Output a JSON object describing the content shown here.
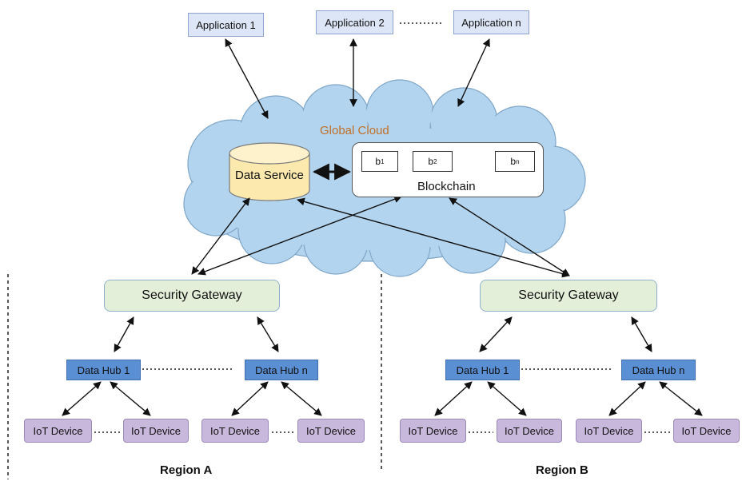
{
  "applications": [
    "Application 1",
    "Application 2",
    "Application n"
  ],
  "cloud": {
    "label": "Global Cloud",
    "label_color": "#c0702a",
    "fill": "#b3d4ee"
  },
  "data_service": "Data Service",
  "blockchain": {
    "label": "Blockchain",
    "blocks": [
      {
        "base": "b",
        "sub": "1"
      },
      {
        "base": "b",
        "sub": "2"
      },
      {
        "base": "b",
        "sub": "n"
      }
    ]
  },
  "regions": [
    {
      "name": "Region A",
      "gateway": "Security Gateway",
      "hubs": [
        "Data Hub 1",
        "Data Hub n"
      ],
      "devices": [
        "IoT Device",
        "IoT Device",
        "IoT Device",
        "IoT Device"
      ]
    },
    {
      "name": "Region B",
      "gateway": "Security Gateway",
      "hubs": [
        "Data Hub 1",
        "Data Hub n"
      ],
      "devices": [
        "IoT Device",
        "IoT Device",
        "IoT Device",
        "IoT Device"
      ]
    }
  ]
}
